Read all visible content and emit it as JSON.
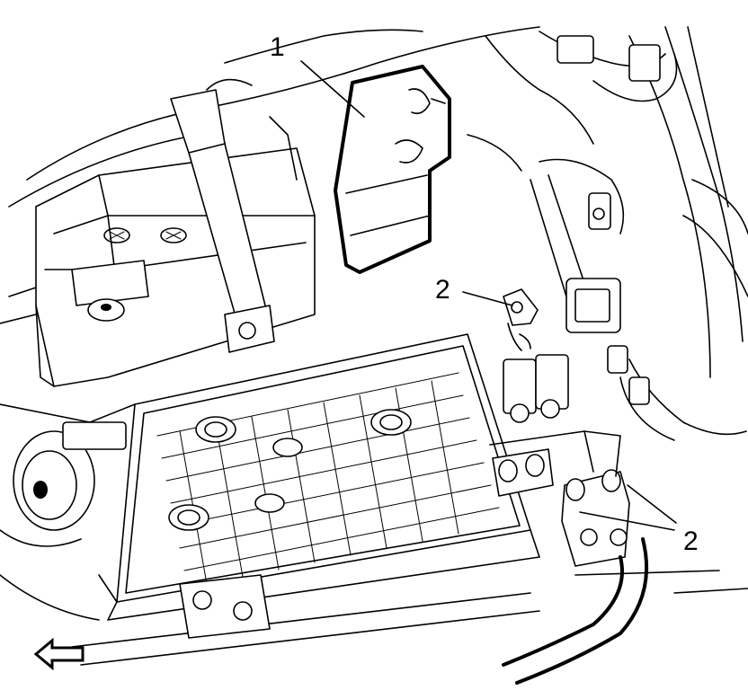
{
  "callouts": {
    "c1": "1",
    "c2a": "2",
    "c2b": "2"
  },
  "icons": {
    "direction_arrow": "arrow-left-icon"
  }
}
